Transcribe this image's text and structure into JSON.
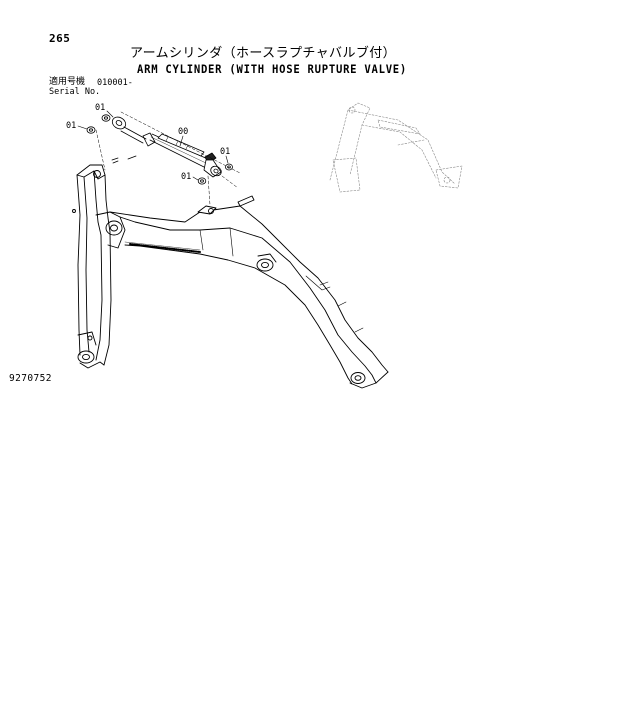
{
  "header": {
    "page_number": "265",
    "title_jp": "アームシリンダ（ホースラプチャバルブ付）",
    "title_en": "ARM CYLINDER (WITH HOSE RUPTURE VALVE)"
  },
  "serial": {
    "label_jp": "適用号機",
    "label_en": "Serial No.",
    "value": "010001-"
  },
  "callouts": {
    "part_00": "00",
    "part_01_a": "01",
    "part_01_b": "01",
    "part_01_c": "01",
    "part_01_d": "01"
  },
  "figure": {
    "number": "9270752"
  },
  "colors": {
    "line": "#000000",
    "background": "#ffffff"
  }
}
